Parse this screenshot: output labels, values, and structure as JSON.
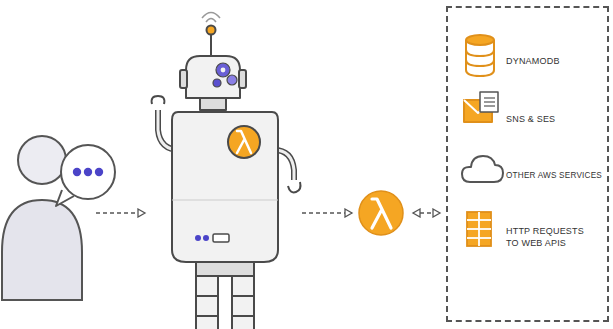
{
  "diagram": {
    "nodes": [
      {
        "text": [
          "DYNAMODB",
          "SNS & SES",
          "OTHER AWS SERVICES",
          "HTTP REQUESTS TO WEB APIS"
        ]
      }
    ]
  }
}
